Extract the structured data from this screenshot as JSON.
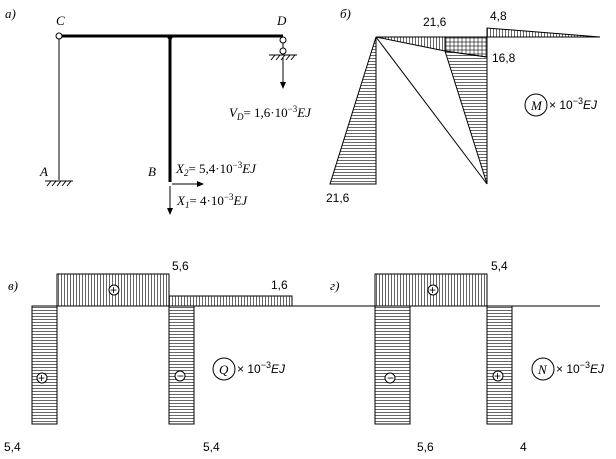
{
  "panels": {
    "a": {
      "label": "а)",
      "node_c": "C",
      "node_d": "D",
      "node_a": "A",
      "node_b": "B",
      "vd_name": "V",
      "vd_sub": "D",
      "vd_value": "= 1,6·10",
      "vd_exp": "−3",
      "vd_unit": "EJ",
      "x2_name": "X",
      "x2_sub": "2",
      "x2_value": "= 5,4·10",
      "x2_exp": "−3",
      "x2_unit": "EJ",
      "x1_name": "X",
      "x1_sub": "1",
      "x1_value": "= 4·10",
      "x1_exp": "−3",
      "x1_unit": "EJ"
    },
    "b": {
      "label": "б)",
      "values": {
        "left_bottom": "21,6",
        "top_left": "21,6",
        "top_right": "4,8",
        "right": "16,8"
      },
      "legend_symbol": "M",
      "legend_times": "× 10",
      "legend_exp": "−3",
      "legend_unit": "EJ"
    },
    "c": {
      "label": "в)",
      "values": {
        "beam_left": "5,6",
        "beam_right": "1,6",
        "col_left": "5,4",
        "col_mid": "5,4"
      },
      "signs": {
        "beam": "+",
        "col_left": "+",
        "col_mid": "−"
      },
      "legend_symbol": "Q",
      "legend_times": "× 10",
      "legend_exp": "−3",
      "legend_unit": "EJ"
    },
    "d": {
      "label": "г)",
      "values": {
        "beam": "5,4",
        "col_left": "5,6",
        "col_mid": "4"
      },
      "signs": {
        "beam": "+",
        "col_left": "−",
        "col_mid": "+"
      },
      "legend_symbol": "N",
      "legend_times": "× 10",
      "legend_exp": "−3",
      "legend_unit": "EJ"
    }
  }
}
